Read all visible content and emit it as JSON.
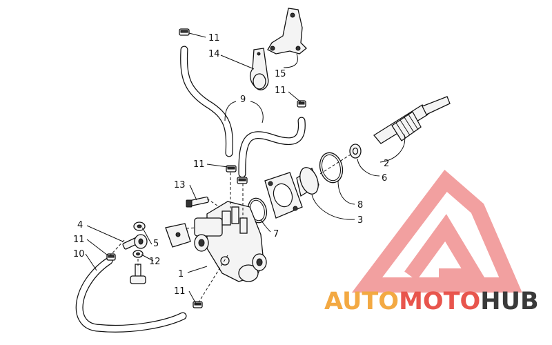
{
  "diagram": {
    "callouts": [
      "11",
      "14",
      "15",
      "9",
      "11",
      "11",
      "13",
      "2",
      "6",
      "8",
      "3",
      "7",
      "4",
      "11",
      "10",
      "5",
      "12",
      "1",
      "11"
    ]
  },
  "logo": {
    "brand_auto": "AUTO",
    "brand_moto": "MOTO",
    "brand_hub": "HUB",
    "colors": {
      "auto": "#f3a943",
      "moto": "#e8554d",
      "hub": "#3a3a3a",
      "mark": "#f2a0a0"
    }
  }
}
